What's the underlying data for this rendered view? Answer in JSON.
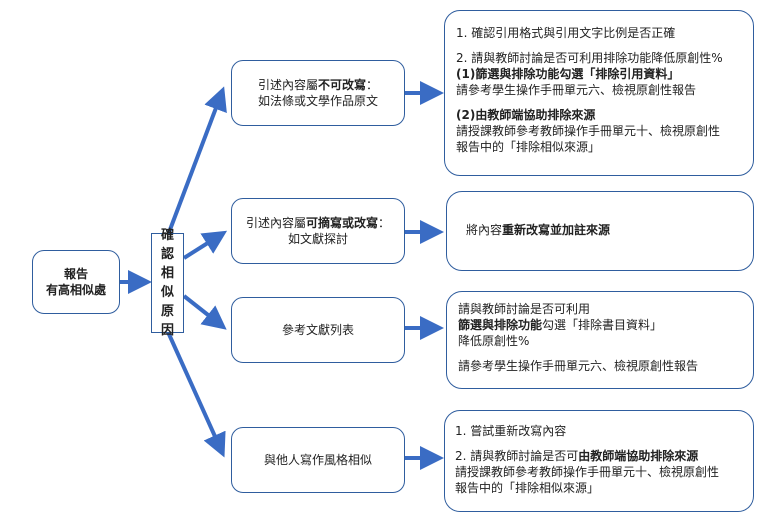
{
  "report": {
    "line1": "報告",
    "line2": "有高相似處"
  },
  "cause": {
    "chars": [
      "確",
      "認",
      "相",
      "似",
      "原",
      "因"
    ]
  },
  "branches": [
    {
      "mid": {
        "l1a": "引述內容屬",
        "l1b": "不可改寫",
        "l1c": "：",
        "l2": "如法條或文學作品原文"
      },
      "detail": {
        "p1": "1. 確認引用格式與引用文字比例是否正確",
        "p2": "2. 請與教師討論是否可利用排除功能降低原創性%",
        "p3a": "(1)篩選與排除功能勾選「排除引用資料」",
        "p3b": "請參考學生操作手冊單元六、檢視原創性報告",
        "p4a": "(2)由教師端協助排除來源",
        "p4b": "請授課教師參考教師操作手冊單元十、檢視原創性",
        "p4c": "報告中的「排除相似來源」"
      }
    },
    {
      "mid": {
        "l1a": "引述內容屬",
        "l1b": "可摘寫或改寫",
        "l1c": "：",
        "l2": "如文獻探討"
      },
      "detail": {
        "a": "將內容",
        "b": "重新改寫並加註來源"
      }
    },
    {
      "mid": {
        "l1": "參考文獻列表"
      },
      "detail": {
        "p1": "請與教師討論是否可利用",
        "p2a": "篩選與排除功能",
        "p2b": "勾選「排除書目資料」",
        "p3": "降低原創性%",
        "p4": "請參考學生操作手冊單元六、檢視原創性報告"
      }
    },
    {
      "mid": {
        "l1": "與他人寫作風格相似"
      },
      "detail": {
        "p1": "1. 嘗試重新改寫內容",
        "p2a": "2. 請與教師討論是否可",
        "p2b": "由教師端協助排除來源",
        "p3": "請授課教師參考教師操作手冊單元十、檢視原創性",
        "p4": "報告中的「排除相似來源」"
      }
    }
  ],
  "colors": {
    "border": "#2f5d9e",
    "arrow": "#3a6cc4"
  }
}
